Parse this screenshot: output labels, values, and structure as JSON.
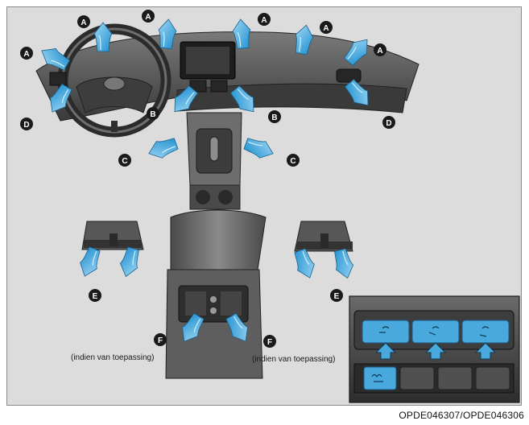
{
  "figure_code": "OPDE046307/OPDE046306",
  "outlets": {
    "a": "A",
    "b": "B",
    "c": "C",
    "d": "D",
    "e": "E",
    "f": "F"
  },
  "rear_vent_note": "(indien van toepassing)",
  "colors": {
    "background": "#dcdcdc",
    "interior": "#5b5b5b",
    "interior_dark": "#2f2f2f",
    "airflow": "#1f8fd0",
    "airflow_light": "#79c7ee",
    "label_fill": "#1a1a1a",
    "panel_button": "#49a9dc"
  },
  "panel_icons": [
    "front-face-vent-icon",
    "face-and-floor-icon",
    "floor-vent-icon",
    "defrost-icon"
  ]
}
